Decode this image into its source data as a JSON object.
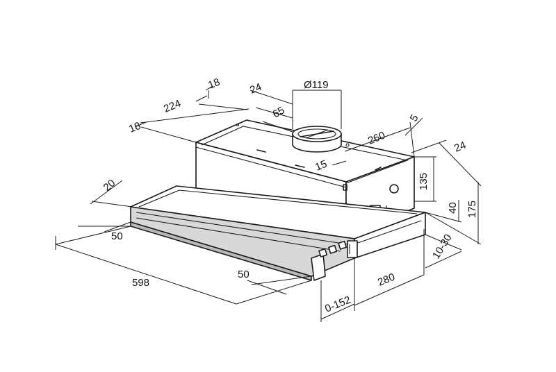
{
  "title": "",
  "dimensions": {
    "duct_diameter": "Ø119",
    "d_18_a": "18",
    "d_224": "224",
    "d_18_b": "18",
    "d_24_top": "24",
    "d_65": "65",
    "d_260": "260",
    "d_5": "5",
    "d_15": "15",
    "d_24_right": "24",
    "d_135": "135",
    "d_175": "175",
    "d_40": "40",
    "d_20": "20",
    "d_50_left": "50",
    "d_598": "598",
    "d_50_front": "50",
    "d_0_152": "0-152",
    "d_280": "280",
    "d_10_30": "10-30"
  },
  "colors": {
    "line": "#1a1a1a",
    "panel": "#d8d8d8",
    "background": "#ffffff"
  }
}
